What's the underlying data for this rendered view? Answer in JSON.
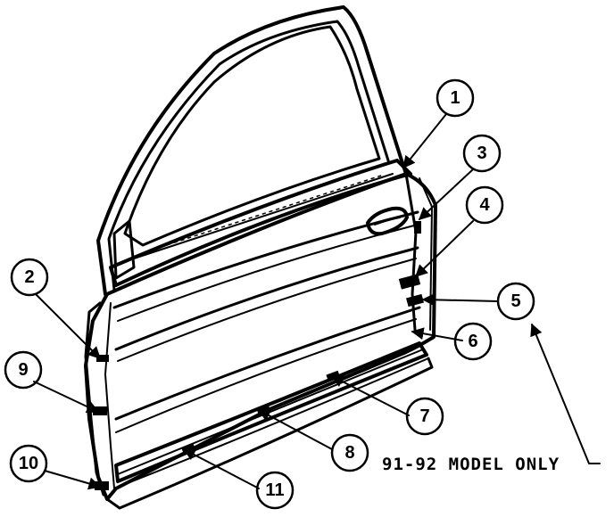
{
  "callouts": [
    "1",
    "2",
    "3",
    "4",
    "5",
    "6",
    "7",
    "8",
    "9",
    "10",
    "11"
  ],
  "note": "91-92 MODEL ONLY"
}
